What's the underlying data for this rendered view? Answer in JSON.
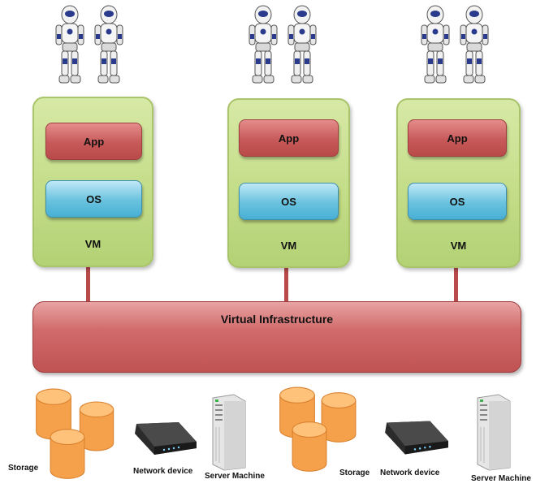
{
  "vms": [
    {
      "app_label": "App",
      "os_label": "OS",
      "vm_label": "VM"
    },
    {
      "app_label": "App",
      "os_label": "OS",
      "vm_label": "VM"
    },
    {
      "app_label": "App",
      "os_label": "OS",
      "vm_label": "VM"
    }
  ],
  "infrastructure": {
    "label": "Virtual Infrastructure"
  },
  "hardware": {
    "storage_1": "Storage",
    "network_1": "Network device",
    "server_1": "Server Machine",
    "storage_2": "Storage",
    "network_2": "Network device",
    "server_2": "Server Machine"
  },
  "colors": {
    "vm_fill": "#c2dc86",
    "app_fill": "#c75959",
    "os_fill": "#69c2df",
    "infrastructure_fill": "#d16b6b",
    "storage_fill": "#f5a04a"
  },
  "icons": [
    "robot-icon",
    "storage-cylinder-icon",
    "network-device-icon",
    "server-tower-icon"
  ]
}
